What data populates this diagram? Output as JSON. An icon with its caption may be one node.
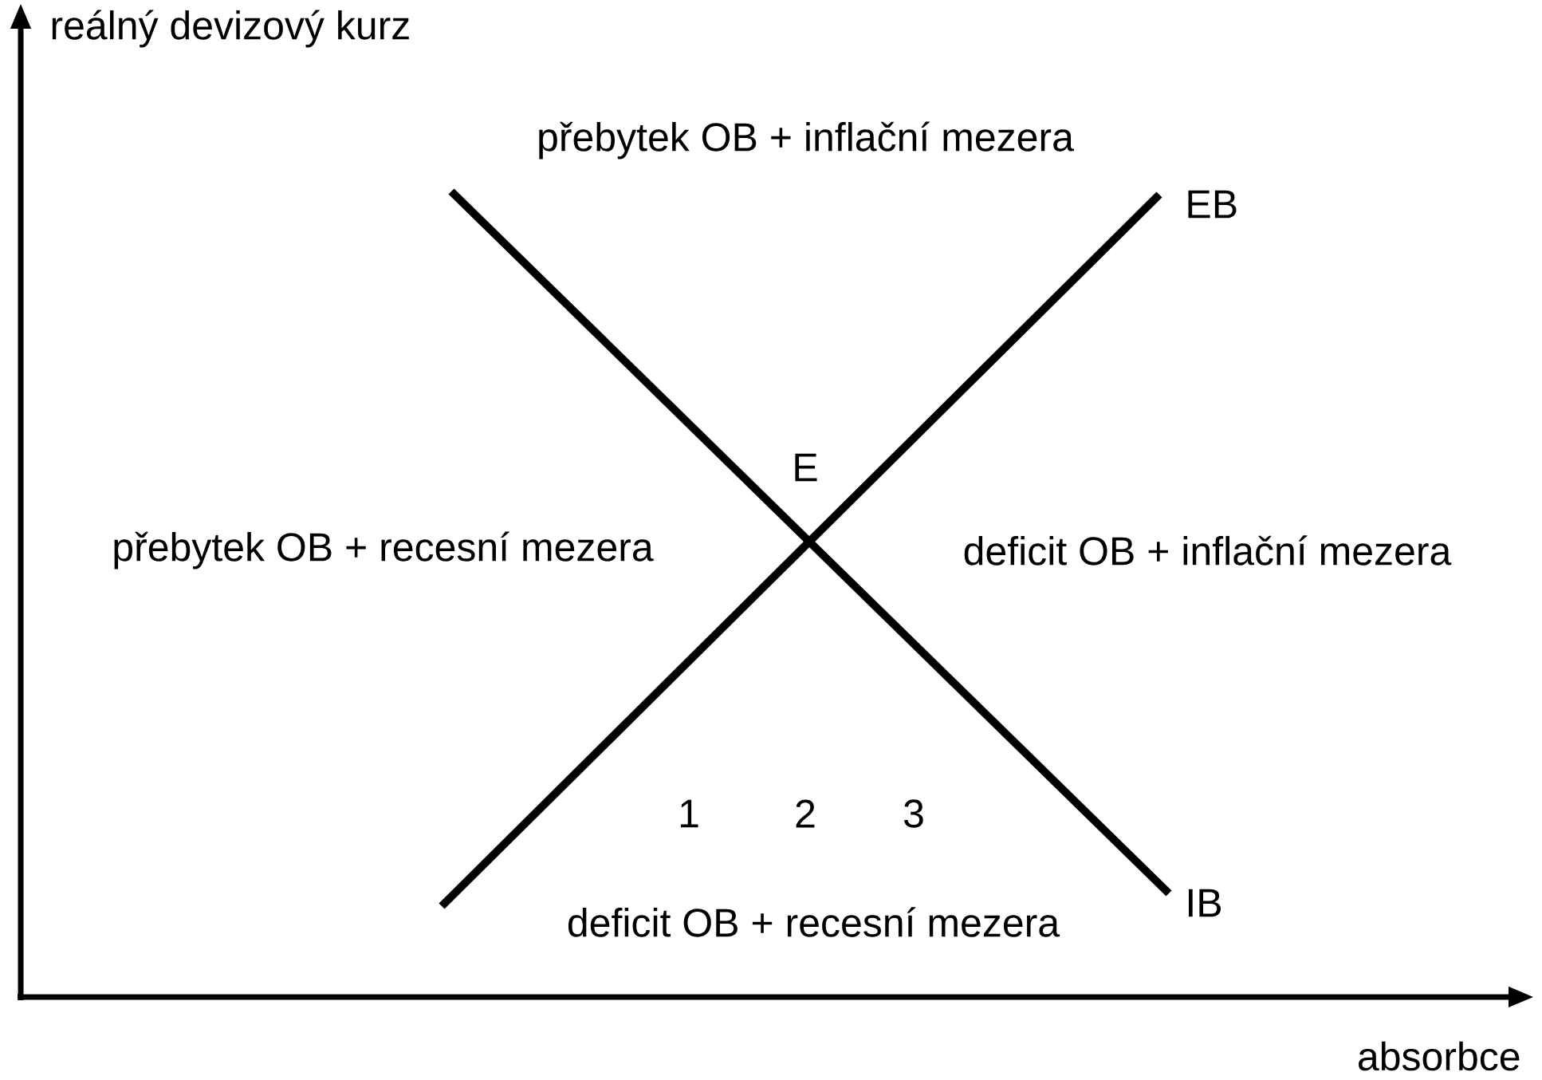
{
  "diagram": {
    "labels": [
      "reálný devizový kurz",
      "přebytek OB + inflační mezera",
      "EB",
      "E",
      "přebytek OB + recesní mezera",
      "deficit OB + inflační mezera",
      "1",
      "2",
      "3",
      "deficit OB + recesní mezera",
      "IB",
      "absorbce"
    ]
  }
}
